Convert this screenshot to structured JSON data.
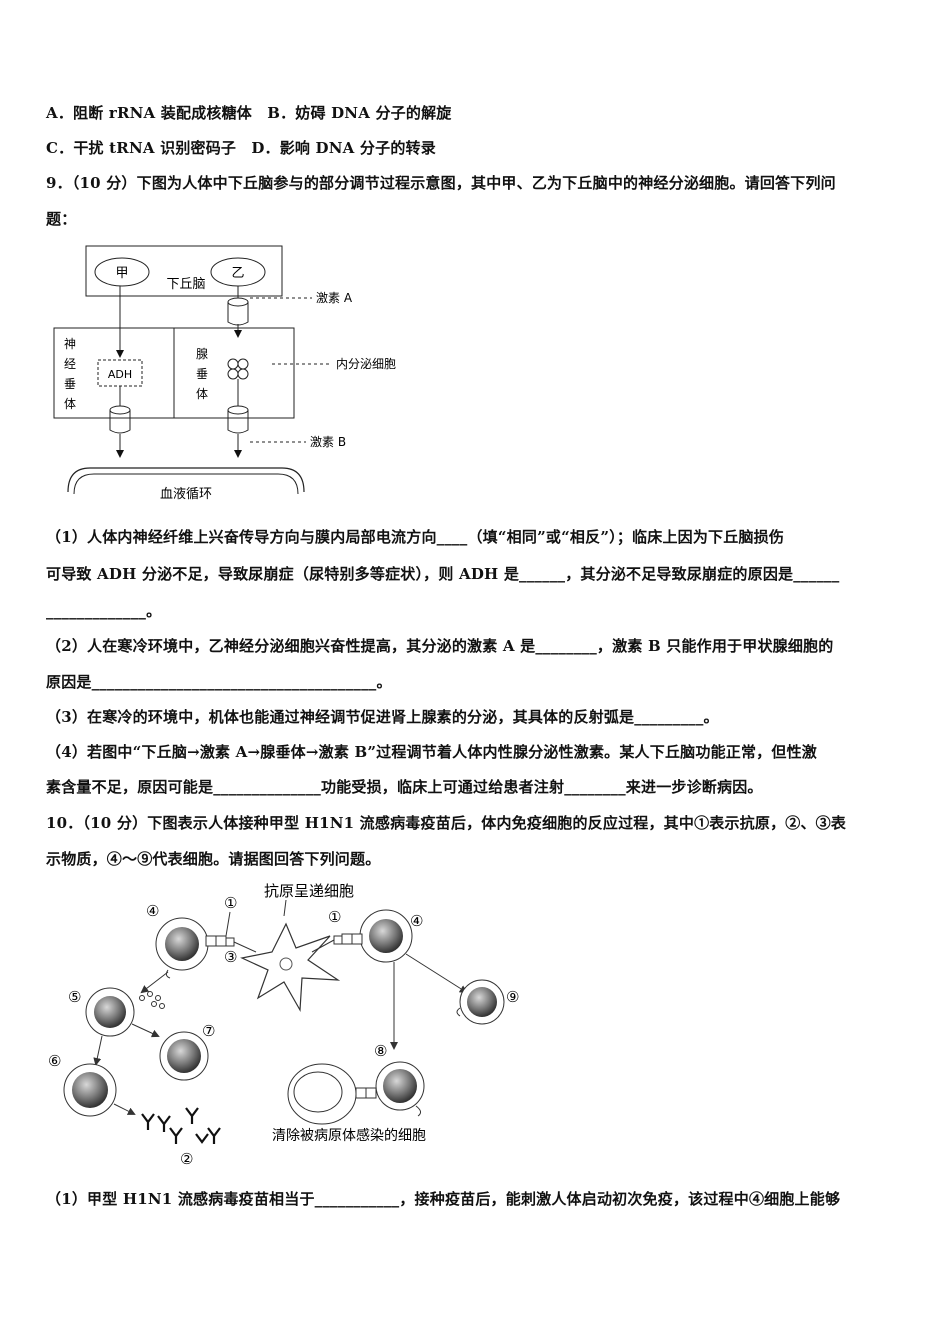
{
  "lines": {
    "opt_ab": "A．阻断 rRNA 装配成核糖体　B．妨碍 DNA 分子的解旋",
    "opt_cd": "C．干扰 tRNA 识别密码子　D．影响 DNA 分子的转录",
    "q9_head": "9．（10 分）下图为人体中下丘脑参与的部分调节过程示意图，其中甲、乙为下丘脑中的神经分泌细胞。请回答下列问",
    "q9_head2": "题：",
    "q9_1a": "（1）人体内神经纤维上兴奋传导方向与膜内局部电流方向____（填“相同”或“相反”）；临床上因为下丘脑损伤",
    "q9_1b": "可导致 ADH 分泌不足，导致尿崩症（尿特别多等症状），则 ADH 是______，其分泌不足导致尿崩症的原因是______",
    "q9_1c": "_____________。",
    "q9_2a": "（2）人在寒冷环境中，乙神经分泌细胞兴奋性提高，其分泌的激素 A 是________，激素 B 只能作用于甲状腺细胞的",
    "q9_2b": "原因是_____________________________________。",
    "q9_3": "（3）在寒冷的环境中，机体也能通过神经调节促进肾上腺素的分泌，其具体的反射弧是_________。",
    "q9_4a": "（4）若图中“下丘脑→激素 A→腺垂体→激素 B”过程调节着人体内性腺分泌性激素。某人下丘脑功能正常，但性激",
    "q9_4b": "素含量不足，原因可能是______________功能受损，临床上可通过给患者注射________来进一步诊断病因。",
    "q10_head": "10．（10 分）下图表示人体接种甲型 H1N1 流感病毒疫苗后，体内免疫细胞的反应过程，其中①表示抗原，②、③表",
    "q10_head2": "示物质，④～⑨代表细胞。请据图回答下列问题。",
    "q10_1": "（1）甲型 H1N1 流感病毒疫苗相当于___________，接种疫苗后，能刺激人体启动初次免疫，该过程中④细胞上能够"
  },
  "fig1": {
    "jia": "甲",
    "yi": "乙",
    "hypothalamus": "下丘脑",
    "hormone_a": "激素 A",
    "neuro_pituitary": [
      "神",
      "经",
      "垂",
      "体"
    ],
    "adh": "ADH",
    "adeno_pituitary": [
      "腺",
      "垂",
      "体"
    ],
    "endocrine_cell": "内分泌细胞",
    "hormone_b": "激素 B",
    "blood": "血液循环"
  },
  "fig2": {
    "apc": "抗原呈递细胞",
    "n1": "①",
    "n2": "②",
    "n3": "③",
    "n4": "④",
    "n5": "⑤",
    "n6": "⑥",
    "n7": "⑦",
    "n8": "⑧",
    "n9": "⑨",
    "clear": "清除被病原体感染的细胞"
  }
}
